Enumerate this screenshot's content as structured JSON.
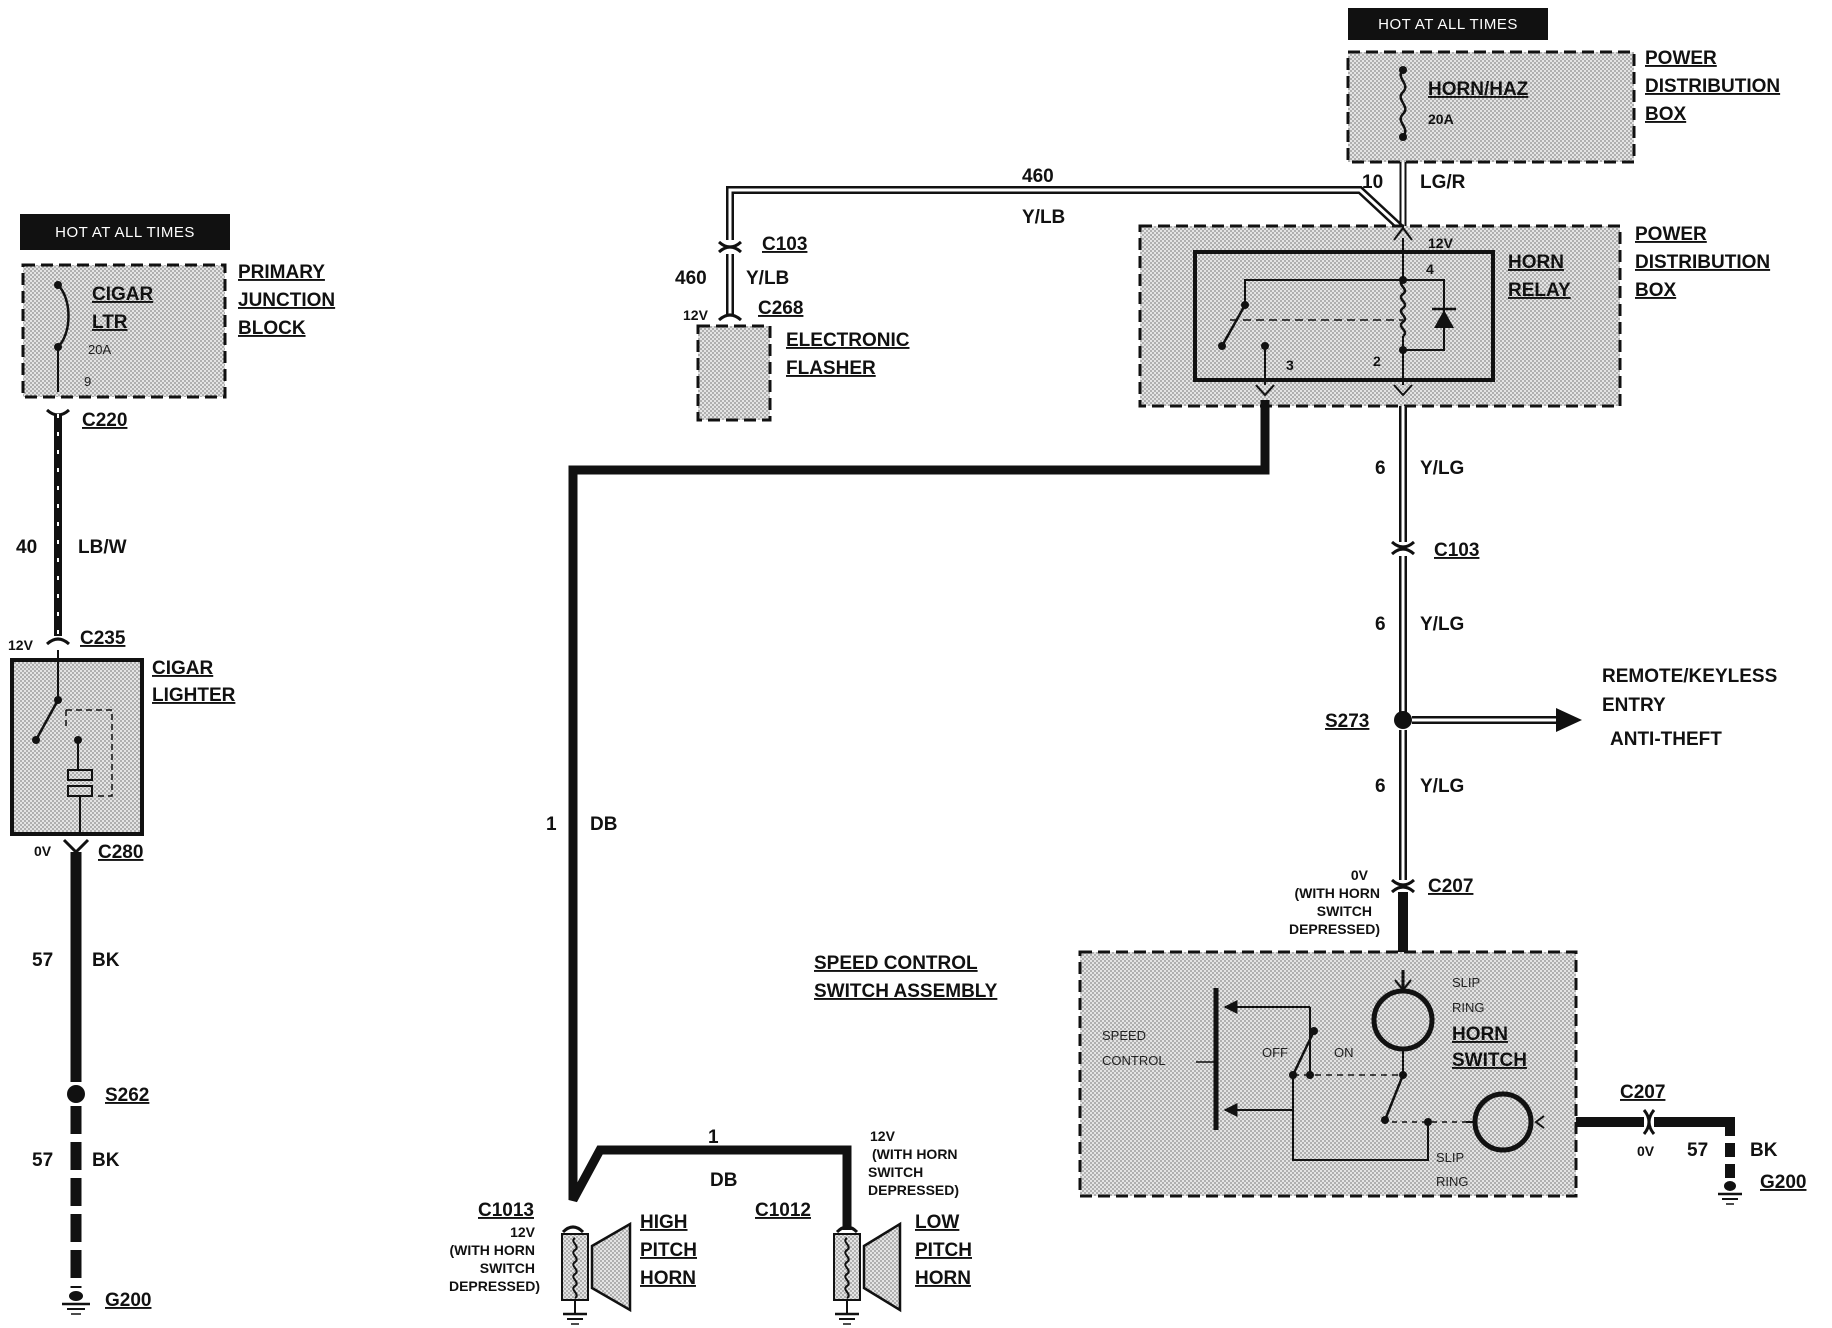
{
  "hot_label": "HOT AT ALL TIMES",
  "components": {
    "pdb_top": {
      "fuse": "HORN/HAZ",
      "rating": "20A",
      "title1": "POWER",
      "title2": "DISTRIBUTION",
      "title3": "BOX"
    },
    "pjb": {
      "fuse1": "CIGAR",
      "fuse2": "LTR",
      "rating": "20A",
      "pin": "9",
      "title1": "PRIMARY",
      "title2": "JUNCTION",
      "title3": "BLOCK"
    },
    "horn_relay": {
      "name1": "HORN",
      "name2": "RELAY",
      "pin4": "4",
      "pin2": "2",
      "pin3": "3",
      "voltage": "12V",
      "title1": "POWER",
      "title2": "DISTRIBUTION",
      "title3": "BOX"
    },
    "cigar_lighter": {
      "name1": "CIGAR",
      "name2": "LIGHTER"
    },
    "flasher": {
      "name1": "ELECTRONIC",
      "name2": "FLASHER"
    },
    "speed_control": {
      "name1": "SPEED CONTROL",
      "name2": "SWITCH ASSEMBLY",
      "inner1": "SPEED",
      "inner2": "CONTROL",
      "off": "OFF",
      "on": "ON",
      "slip1a": "SLIP",
      "slip1b": "RING",
      "horn1": "HORN",
      "horn2": "SWITCH",
      "slip2a": "SLIP",
      "slip2b": "RING"
    },
    "high_horn": {
      "name1": "HIGH",
      "name2": "PITCH",
      "name3": "HORN"
    },
    "low_horn": {
      "name1": "LOW",
      "name2": "PITCH",
      "name3": "HORN"
    },
    "remote": {
      "line1": "REMOTE/KEYLESS",
      "line2": "ENTRY",
      "line3": "ANTI-THEFT"
    }
  },
  "connectors": {
    "c220": "C220",
    "c235": "C235",
    "c280": "C280",
    "s262": "S262",
    "g200": "G200",
    "c103": "C103",
    "c268": "C268",
    "c207": "C207",
    "s273": "S273",
    "c1013": "C1013",
    "c1012": "C1012"
  },
  "wires": {
    "w10": "10",
    "lgr": "LG/R",
    "w460": "460",
    "ylb": "Y/LB",
    "w40": "40",
    "lbw": "LB/W",
    "w57": "57",
    "bk": "BK",
    "w6": "6",
    "ylg": "Y/LG",
    "w1": "1",
    "db": "DB"
  },
  "voltages": {
    "v12": "12V",
    "v0": "0V",
    "with_horn": "(WITH HORN",
    "switch": "SWITCH",
    "depressed": "DEPRESSED)",
    "with_horn_b": "(WITH HORN",
    "switch_b": "SWITCH",
    "depressed_b": "DEPRESSED)"
  }
}
